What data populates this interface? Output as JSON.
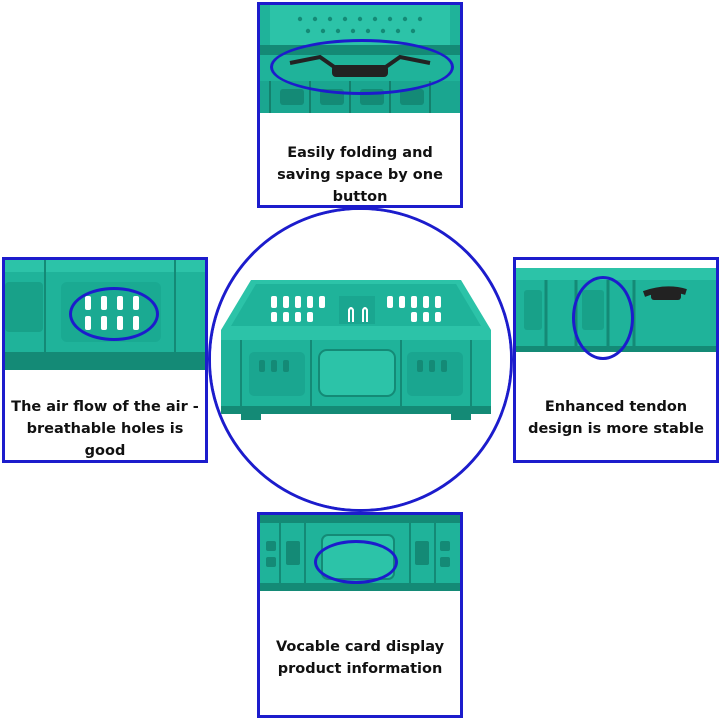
{
  "colors": {
    "frame_blue": "#1c1ccc",
    "crate_teal": "#1fb39a",
    "crate_dark": "#148a76",
    "crate_light": "#4fd0b8",
    "handle_black": "#222222"
  },
  "features": {
    "top": {
      "caption": "Easily folding and saving space by one button"
    },
    "left": {
      "caption": "The air flow of the air - breathable holes is good"
    },
    "right": {
      "caption": "Enhanced tendon design is more stable"
    },
    "bottom": {
      "caption": "Vocable card display product information"
    }
  }
}
